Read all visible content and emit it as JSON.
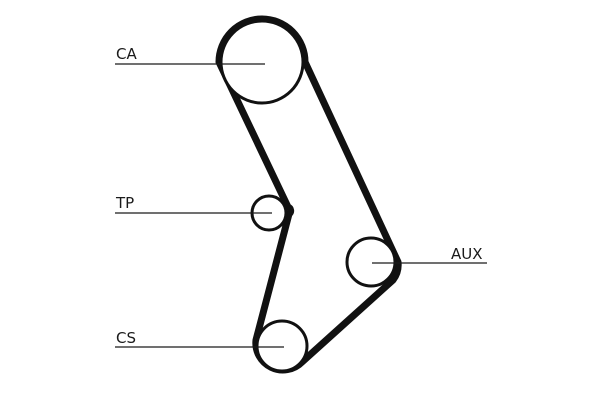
{
  "diagram": {
    "labels": {
      "ca": "CA",
      "tp": "TP",
      "aux": "AUX",
      "cs": "CS"
    },
    "colors": {
      "belt": "#111111",
      "line": "#1a1a1a",
      "background": "#ffffff"
    }
  }
}
